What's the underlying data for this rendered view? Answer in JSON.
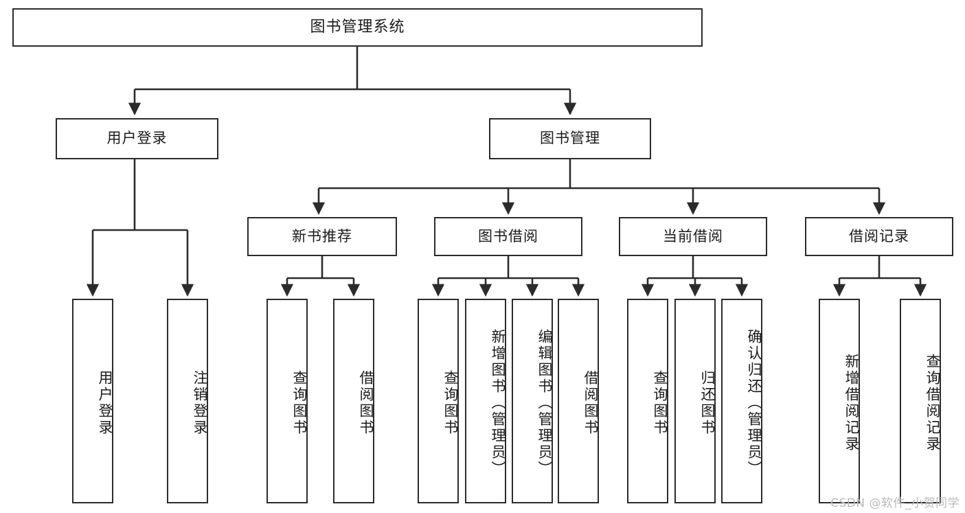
{
  "diagram": {
    "type": "tree-hierarchy",
    "title": "图书管理系统",
    "colors": {
      "background": "#ffffff",
      "node_border": "#2b2b2b",
      "node_fill": "#ffffff",
      "text": "#1a1a1a",
      "connector": "#2b2b2b",
      "watermark": "#b9b9b9"
    },
    "root": {
      "label": "图书管理系统"
    },
    "level1": [
      {
        "label": "用户登录"
      },
      {
        "label": "图书管理"
      }
    ],
    "level2": [
      {
        "label": "新书推荐"
      },
      {
        "label": "图书借阅"
      },
      {
        "label": "当前借阅"
      },
      {
        "label": "借阅记录"
      }
    ],
    "leaves": {
      "user_login": [
        {
          "label": "用户登录"
        },
        {
          "label": "注销登录"
        }
      ],
      "new_book_recommend": [
        {
          "label": "查询图书"
        },
        {
          "label": "借阅图书"
        }
      ],
      "book_borrow": [
        {
          "label": "查询图书"
        },
        {
          "label": "新增图书（管理员）"
        },
        {
          "label": "编辑图书（管理员）"
        },
        {
          "label": "借阅图书"
        }
      ],
      "current_borrow": [
        {
          "label": "查询图书"
        },
        {
          "label": "归还图书"
        },
        {
          "label": "确认归还（管理员）"
        }
      ],
      "borrow_record": [
        {
          "label": "新增借阅记录"
        },
        {
          "label": "查询借阅记录"
        }
      ]
    },
    "watermark": "CSDN @软件_小贺同学"
  }
}
